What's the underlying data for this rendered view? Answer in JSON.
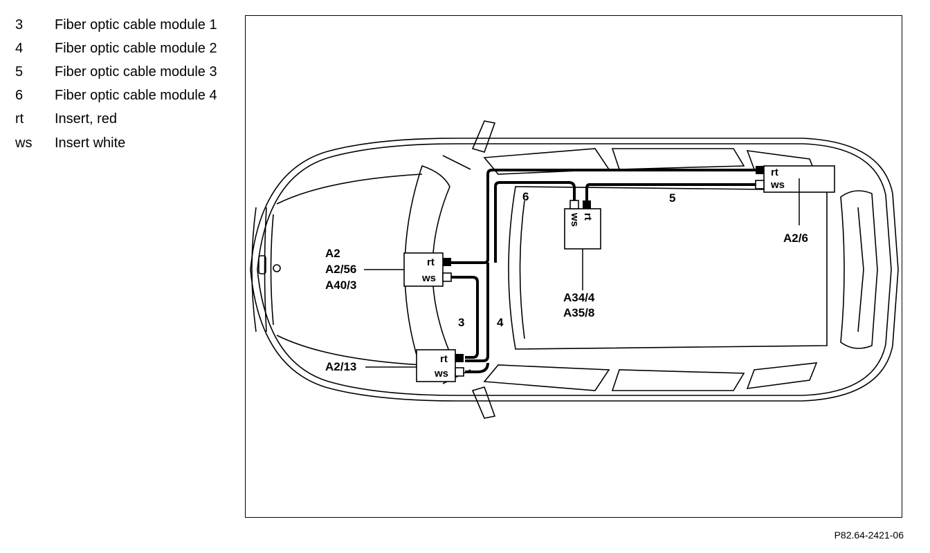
{
  "legend": [
    {
      "key": "3",
      "text": "Fiber optic cable module 1"
    },
    {
      "key": "4",
      "text": "Fiber optic cable module 2"
    },
    {
      "key": "5",
      "text": "Fiber optic cable module 3"
    },
    {
      "key": "6",
      "text": "Fiber optic cable module 4"
    },
    {
      "key": "rt",
      "text": "Insert, red"
    },
    {
      "key": "ws",
      "text": "Insert white"
    }
  ],
  "modules": {
    "a2": {
      "lines": [
        "A2",
        "A2/56",
        "A40/3"
      ]
    },
    "a2_13": {
      "label": "A2/13"
    },
    "a34": {
      "lines": [
        "A34/4",
        "A35/8"
      ]
    },
    "a2_6": {
      "label": "A2/6"
    }
  },
  "inserts": {
    "red": "rt",
    "white": "ws"
  },
  "cables": {
    "c3": "3",
    "c4": "4",
    "c5": "5",
    "c6": "6"
  },
  "reference": "P82.64-2421-06"
}
